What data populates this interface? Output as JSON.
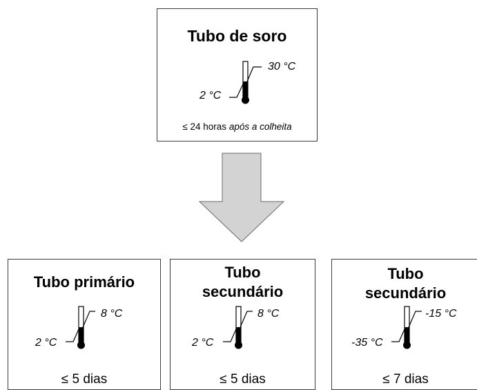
{
  "top_box": {
    "title": "Tubo de soro",
    "thermometer": {
      "high": "30 °C",
      "low": "2 °C"
    },
    "footer_prefix": "≤ 24 horas ",
    "footer_suffix": "após a colheita"
  },
  "arrow": {
    "direction": "down",
    "color": "#d3d3d3"
  },
  "bottom_boxes": [
    {
      "title_lines": [
        "Tubo primário"
      ],
      "thermometer": {
        "high": "8 °C",
        "low": "2 °C"
      },
      "footer": "≤ 5 dias"
    },
    {
      "title_lines": [
        "Tubo",
        "secundário"
      ],
      "thermometer": {
        "high": "8 °C",
        "low": "2 °C"
      },
      "footer": "≤ 5 dias"
    },
    {
      "title_lines": [
        "Tubo",
        "secundário"
      ],
      "thermometer": {
        "high": "-15 °C",
        "low": "-35 °C"
      },
      "footer": "≤ 7 dias"
    }
  ]
}
